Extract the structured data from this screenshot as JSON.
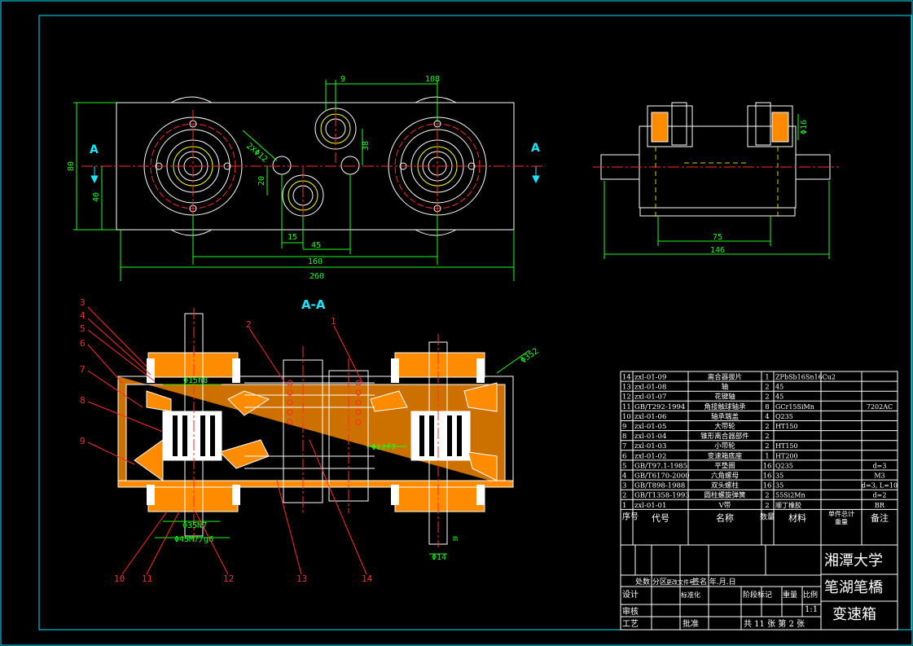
{
  "views": {
    "top": {
      "section_mark_left": "A",
      "section_mark_right": "A",
      "dims": {
        "d9": "9",
        "d108": "108",
        "d2x12": "2XΦ12",
        "d38": "38",
        "d20": "20",
        "d15": "15",
        "d45": "45",
        "d160": "160",
        "d260": "260",
        "d80": "80",
        "d40": "40"
      }
    },
    "side": {
      "dims": {
        "d16": "Φ16",
        "d75": "75",
        "d146": "146"
      }
    },
    "section": {
      "title": "A-A",
      "dims": {
        "d15h8": "Φ15h8",
        "d12f7": "Φ12f7",
        "d35n7": "Φ35N7",
        "d45": "Φ45M7/g6",
        "d14": "Φ14",
        "d352": "Φ352",
        "m": "m"
      },
      "callouts": [
        "1",
        "2",
        "3",
        "4",
        "5",
        "6",
        "7",
        "8",
        "9",
        "10",
        "11",
        "12",
        "13",
        "14"
      ]
    }
  },
  "parts_table": {
    "rows": [
      {
        "no": "14",
        "code": "zxl-01-09",
        "name": "离合器拔片",
        "qty": "1",
        "mat": "ZPbSb16Sn16Cu2",
        "note": ""
      },
      {
        "no": "13",
        "code": "zxl-01-08",
        "name": "轴",
        "qty": "2",
        "mat": "45",
        "note": ""
      },
      {
        "no": "12",
        "code": "zxl-01-07",
        "name": "花键轴",
        "qty": "2",
        "mat": "45",
        "note": ""
      },
      {
        "no": "11",
        "code": "GB/T292-1994",
        "name": "角接触球轴承",
        "qty": "8",
        "mat": "GCr15SiMn",
        "note": "7202AC"
      },
      {
        "no": "10",
        "code": "zxl-01-06",
        "name": "轴承端盖",
        "qty": "4",
        "mat": "Q235",
        "note": ""
      },
      {
        "no": "9",
        "code": "zxl-01-05",
        "name": "大带轮",
        "qty": "2",
        "mat": "HT150",
        "note": ""
      },
      {
        "no": "8",
        "code": "zxl-01-04",
        "name": "锥形离合器部件",
        "qty": "2",
        "mat": "",
        "note": ""
      },
      {
        "no": "7",
        "code": "zxl-01-03",
        "name": "小带轮",
        "qty": "2",
        "mat": "HT150",
        "note": ""
      },
      {
        "no": "6",
        "code": "zxl-01-02",
        "name": "变速箱底座",
        "qty": "1",
        "mat": "HT200",
        "note": ""
      },
      {
        "no": "5",
        "code": "GB/T97.1-1985",
        "name": "平垫圈",
        "qty": "16",
        "mat": "Q235",
        "note": "d=3"
      },
      {
        "no": "4",
        "code": "GB/T6170-2000",
        "name": "六角螺母",
        "qty": "16",
        "mat": "35",
        "note": "M3"
      },
      {
        "no": "3",
        "code": "GB/T898-1988",
        "name": "双头螺柱",
        "qty": "16",
        "mat": "35",
        "note": "d=3, L=10"
      },
      {
        "no": "2",
        "code": "GB/T1358-1993",
        "name": "圆柱螺旋弹簧",
        "qty": "2",
        "mat": "55Si2Mn",
        "note": "d=2"
      },
      {
        "no": "1",
        "code": "zxl-01-01",
        "name": "V带",
        "qty": "2",
        "mat": "顺丁橡胶",
        "note": "BR"
      }
    ],
    "header": {
      "no": "序号",
      "code": "代号",
      "name": "名称",
      "qty": "数量",
      "mat": "材料",
      "unit_total": "单件总计",
      "weight": "重量",
      "note": "备注"
    }
  },
  "title_block": {
    "school": "湘潭大学",
    "product": "笔湖笔橋",
    "drawing": "变速箱",
    "partition": "处数 分区",
    "file": "更改文件号",
    "sign": "签名 年.月.日",
    "design": "设计",
    "std": "标准化",
    "check": "审核",
    "craft": "工艺",
    "approve": "批准",
    "stage": "阶段标记",
    "weight": "重量",
    "ratio": "比例",
    "scale_val": "1:1",
    "sheets": "共 11 张 第 2 张"
  },
  "colors": {
    "bg": "#000000",
    "frame": "#00e5ff",
    "dim": "#19ff19",
    "part": "#ffffff",
    "center": "#ff2b2b",
    "hidden": "#d4d000"
  }
}
